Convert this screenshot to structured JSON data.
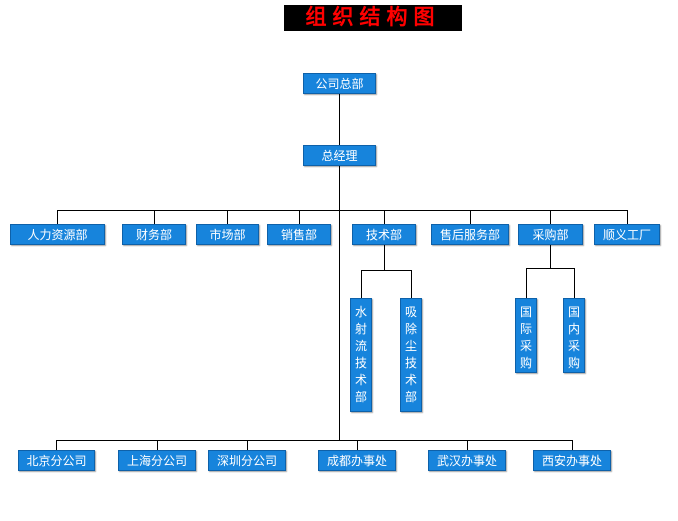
{
  "title": "组织结构图",
  "root": "公司总部",
  "manager": "总经理",
  "departments": [
    "人力资源部",
    "财务部",
    "市场部",
    "销售部",
    "技术部",
    "售后服务部",
    "采购部",
    "顺义工厂"
  ],
  "tech_subdepts": [
    "水射流技术部",
    "吸除尘技术部"
  ],
  "purchase_subdepts": [
    "国际采购",
    "国内采购"
  ],
  "branches": [
    "北京分公司",
    "上海分公司",
    "深圳分公司",
    "成都办事处",
    "武汉办事处",
    "西安办事处"
  ],
  "colors": {
    "node_fill": "#1784dc",
    "node_border": "#0e61a9",
    "node_text": "#ffffff",
    "title_text": "#ff0000",
    "title_bg": "#000000",
    "line": "#000000",
    "background": "#ffffff"
  }
}
